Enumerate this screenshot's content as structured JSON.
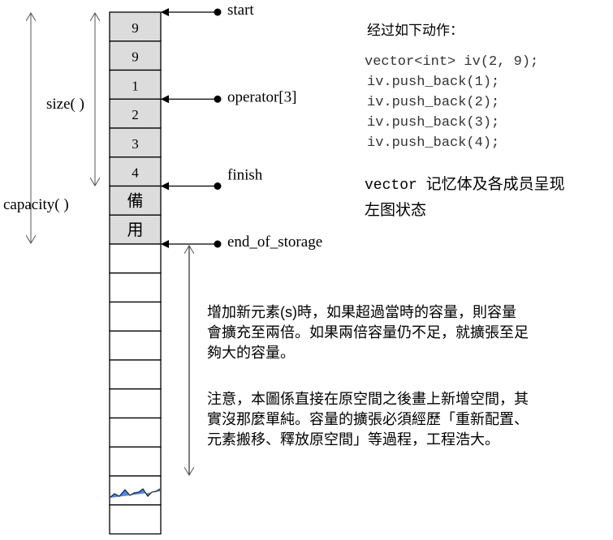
{
  "cells": [
    "9",
    "9",
    "1",
    "2",
    "3",
    "4",
    "備",
    "用",
    "",
    "",
    "",
    "",
    "",
    "",
    "",
    "",
    "",
    ""
  ],
  "filled_count": 8,
  "wavy_cell_index": 16,
  "colors": {
    "filled": "#dcdcdc",
    "line": "#000000",
    "dim_arrow": "#555555",
    "wave": "#4f86e8"
  },
  "pointers": [
    {
      "label": "start",
      "cell_boundary": 0
    },
    {
      "label": "operator[3]",
      "cell_boundary": 3
    },
    {
      "label": "finish",
      "cell_boundary": 6
    },
    {
      "label": "end_of_storage",
      "cell_boundary": 8
    }
  ],
  "dims": {
    "size_label": "size( )",
    "capacity_label": "capacity( )"
  },
  "code": {
    "heading": "经过如下动作：",
    "lines": [
      "vector<int> iv(2, 9);",
      "iv.push_back(1);",
      "iv.push_back(2);",
      "iv.push_back(3);",
      "iv.push_back(4);"
    ],
    "caption_prefix": "vector",
    "caption_rest": "记忆体及各成员呈现",
    "caption_line2": "左图状态"
  },
  "notes": {
    "para1": [
      "增加新元素(s)時，如果超過當時的容量，則容量",
      "會擴充至兩倍。如果兩倍容量仍不足，就擴張至足",
      "夠大的容量。"
    ],
    "para2": [
      "注意，本圖係直接在原空間之後畫上新增空間，其",
      "實沒那麼單純。容量的擴張必須經歷「重新配置、",
      "元素搬移、釋放原空間」等過程，工程浩大。"
    ]
  }
}
